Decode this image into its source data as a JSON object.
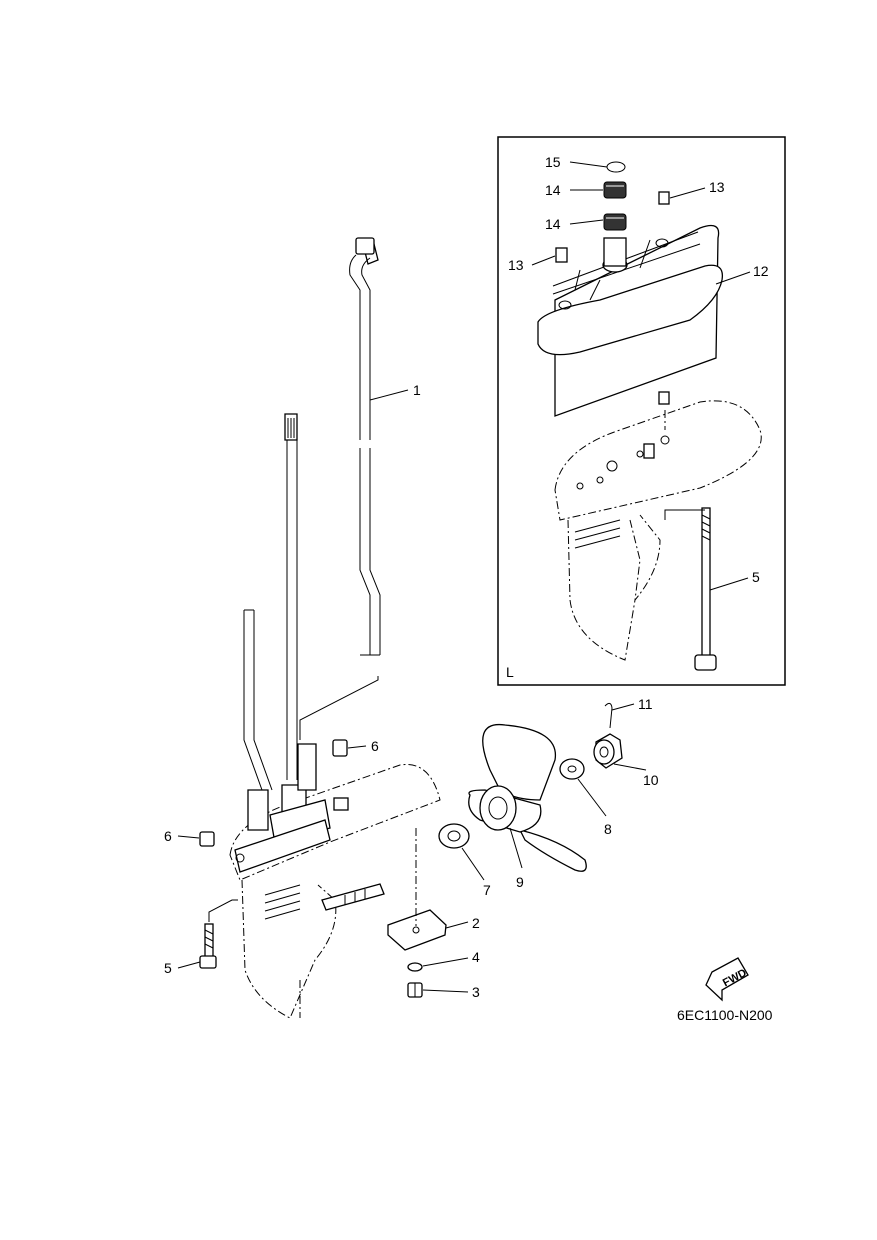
{
  "diagram": {
    "inset_label": "L",
    "figure_code": "6EC1100-N200",
    "fwd_label": "FWD",
    "callouts": [
      {
        "id": "c1",
        "text": "1"
      },
      {
        "id": "c2",
        "text": "2"
      },
      {
        "id": "c3",
        "text": "3"
      },
      {
        "id": "c4",
        "text": "4"
      },
      {
        "id": "c5a",
        "text": "5"
      },
      {
        "id": "c5b",
        "text": "5"
      },
      {
        "id": "c6a",
        "text": "6"
      },
      {
        "id": "c6b",
        "text": "6"
      },
      {
        "id": "c7",
        "text": "7"
      },
      {
        "id": "c8",
        "text": "8"
      },
      {
        "id": "c9",
        "text": "9"
      },
      {
        "id": "c10",
        "text": "10"
      },
      {
        "id": "c11",
        "text": "11"
      },
      {
        "id": "c12",
        "text": "12"
      },
      {
        "id": "c13a",
        "text": "13"
      },
      {
        "id": "c13b",
        "text": "13"
      },
      {
        "id": "c14a",
        "text": "14"
      },
      {
        "id": "c14b",
        "text": "14"
      },
      {
        "id": "c15",
        "text": "15"
      }
    ]
  }
}
